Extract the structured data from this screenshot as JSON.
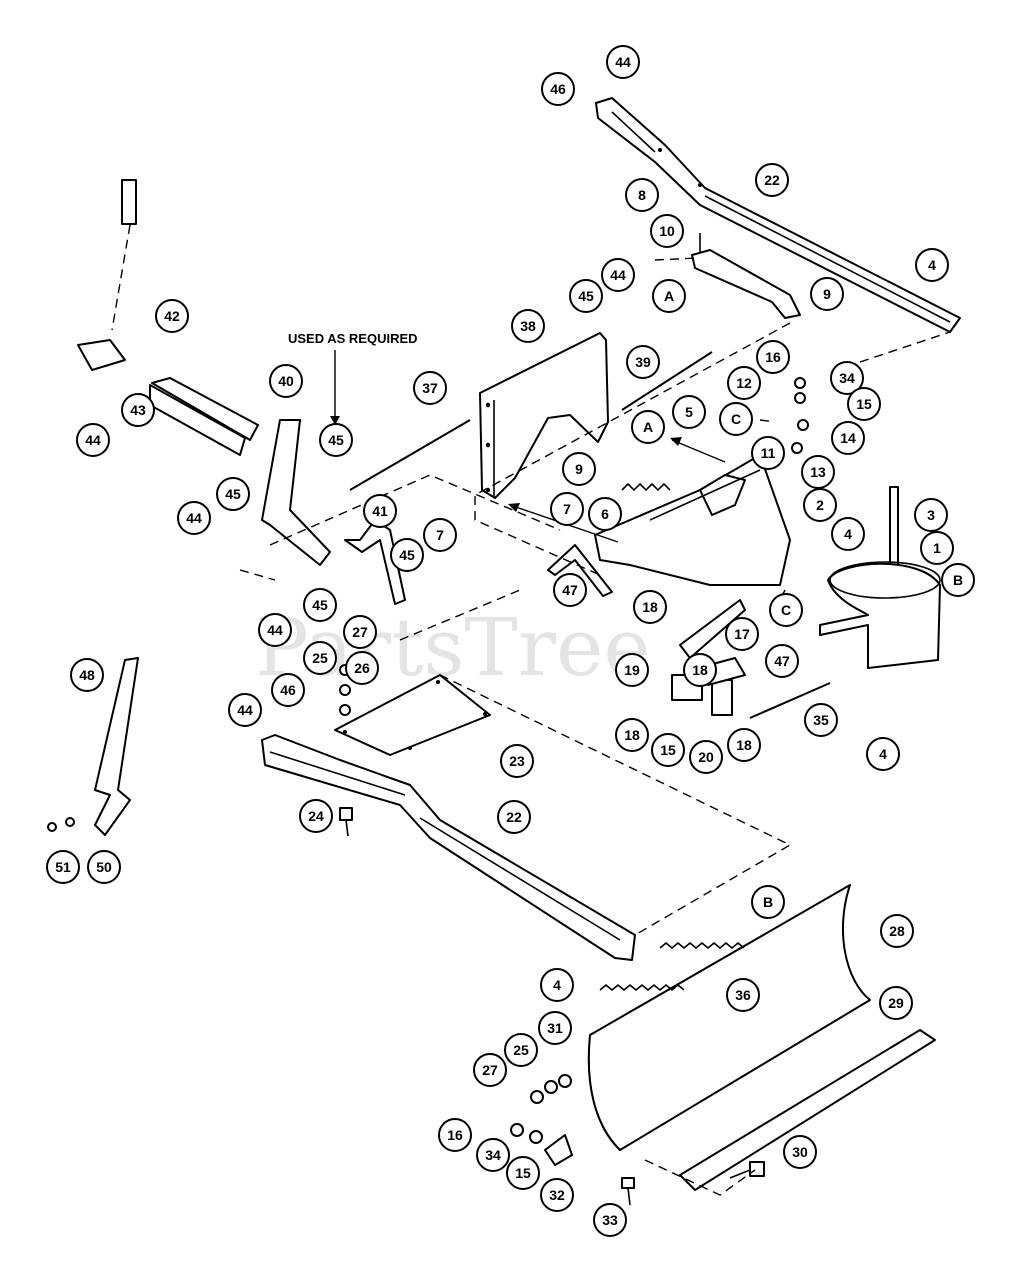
{
  "watermark": "PartsTree",
  "note": "USED AS REQUIRED",
  "callouts": [
    "44",
    "46",
    "22",
    "8",
    "10",
    "4",
    "9",
    "A",
    "45",
    "44",
    "38",
    "39",
    "16",
    "34",
    "12",
    "15",
    "C",
    "14",
    "11",
    "13",
    "5",
    "A",
    "9",
    "7",
    "6",
    "2",
    "3",
    "4",
    "1",
    "B",
    "42",
    "40",
    "43",
    "44",
    "37",
    "45",
    "45",
    "44",
    "41",
    "7",
    "45",
    "47",
    "C",
    "18",
    "17",
    "44",
    "45",
    "27",
    "25",
    "26",
    "19",
    "18",
    "47",
    "46",
    "44",
    "48",
    "23",
    "18",
    "15",
    "20",
    "18",
    "35",
    "4",
    "24",
    "22",
    "51",
    "50",
    "B",
    "28",
    "29",
    "4",
    "36",
    "31",
    "25",
    "27",
    "16",
    "34",
    "15",
    "32",
    "33",
    "30"
  ]
}
